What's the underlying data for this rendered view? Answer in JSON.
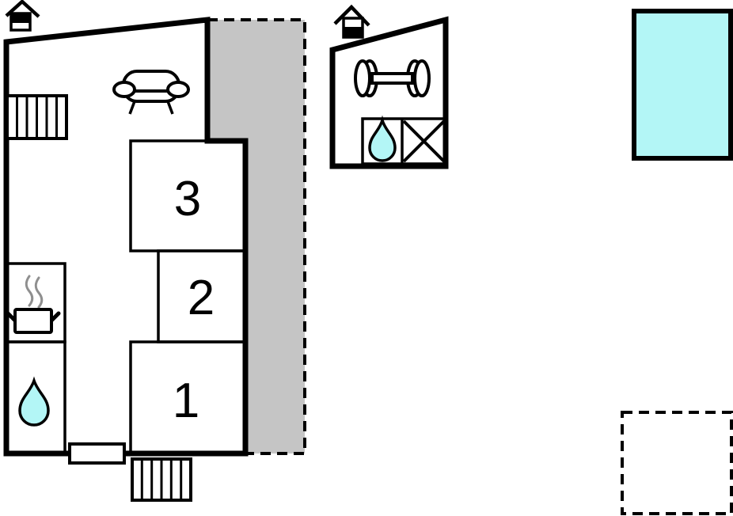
{
  "page": {
    "title": "Holiday home floor plan",
    "background": "#ffffff"
  },
  "colors": {
    "outline": "#000000",
    "room_fill": "#ffffff",
    "terrace_fill": "#c5c5c5",
    "patio_fill": "#e9e9e9",
    "water_fill": "#b3f6f6",
    "steam_stroke": "#8f8f8f"
  },
  "main_house": {
    "name": "main-house",
    "rooms": [
      {
        "id": "room-3",
        "label": "3"
      },
      {
        "id": "room-2",
        "label": "2"
      },
      {
        "id": "room-1",
        "label": "1"
      }
    ]
  },
  "annex": {
    "name": "annex-fitness-building"
  },
  "areas": {
    "terrace": "covered-terrace",
    "pool": "swimming-pool",
    "patio": "patio-square"
  },
  "icons": {
    "main_storey_indicator": "house-upper-half-filled",
    "annex_storey_indicator": "house-lower-half-filled",
    "sofa": "sofa",
    "stairs": "stairs",
    "entrance_steps": "entrance-steps",
    "door": "entrance-door",
    "stove": "pot-with-steam",
    "bathroom_water": "water-drop",
    "annex_water": "water-drop",
    "dumbbell": "dumbbell",
    "utility_box": "crossed-box"
  }
}
